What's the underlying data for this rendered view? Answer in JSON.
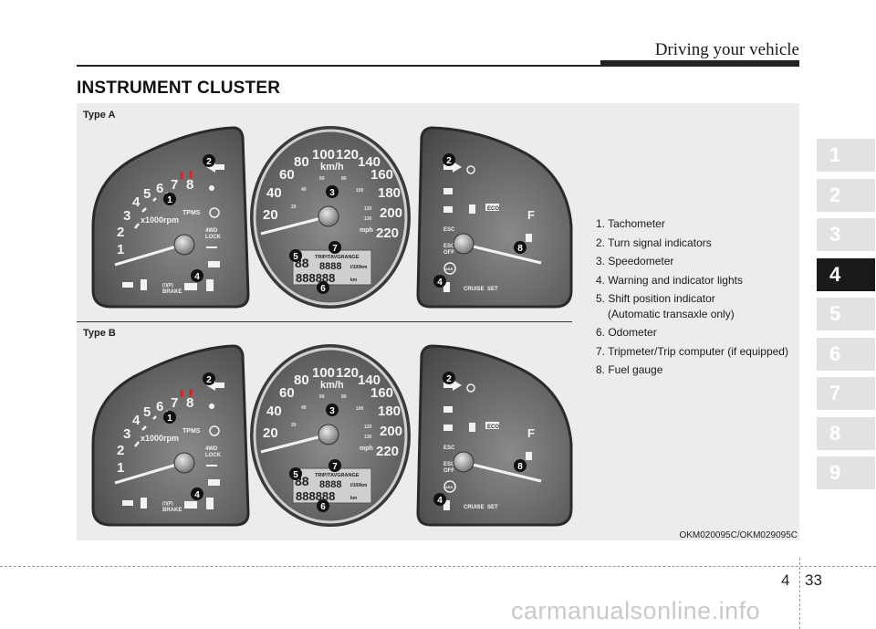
{
  "header": {
    "section": "Driving your vehicle"
  },
  "page": {
    "title": "INSTRUMENT CLUSTER",
    "chapter": "4",
    "number": "33"
  },
  "figure": {
    "type_a_label": "Type A",
    "type_b_label": "Type B",
    "code": "OKM020095C/OKM029095C",
    "tach": {
      "numbers": [
        "1",
        "2",
        "3",
        "4",
        "5",
        "6",
        "7",
        "8"
      ],
      "unit": "x1000rpm",
      "tpms": "TPMS",
      "lock_line1": "4WD",
      "lock_line2": "LOCK",
      "brake_line1": "(!)(P)",
      "brake_line2": "BRAKE"
    },
    "speedo": {
      "outer": [
        "20",
        "40",
        "60",
        "80",
        "100",
        "120",
        "140",
        "160",
        "180",
        "200",
        "220"
      ],
      "inner": [
        "20",
        "40",
        "60",
        "80",
        "100",
        "120",
        "130"
      ],
      "unit_top": "km/h",
      "unit_bottom": "mph",
      "trip": "TRIP/TAVGRANGE",
      "odo": "888888",
      "odo_unit": "km",
      "trip_digits": "8888",
      "trip_unit": "l/100km",
      "gear": "88"
    },
    "fuel": {
      "esc": "ESC",
      "esc_off_1": "ESC",
      "esc_off_2": "OFF",
      "cruise": "CRUISE",
      "set": "SET",
      "full": "F",
      "eco": "ECO",
      "abs": "ABS"
    },
    "callouts": {
      "c1": "1",
      "c2": "2",
      "c3": "3",
      "c4": "4",
      "c5": "5",
      "c6": "6",
      "c7": "7",
      "c8": "8"
    }
  },
  "legend": {
    "items": [
      "1. Tachometer",
      "2. Turn signal indicators",
      "3. Speedometer",
      "4. Warning and indicator lights",
      "5. Shift position indicator"
    ],
    "item5_note": "(Automatic transaxle only)",
    "items_rest": [
      "6. Odometer",
      "7. Tripmeter/Trip computer (if equipped)",
      "8. Fuel gauge"
    ]
  },
  "chapter_tabs": [
    "1",
    "2",
    "3",
    "4",
    "5",
    "6",
    "7",
    "8",
    "9"
  ],
  "active_tab": "4",
  "watermark": "carmanualsonline.info"
}
